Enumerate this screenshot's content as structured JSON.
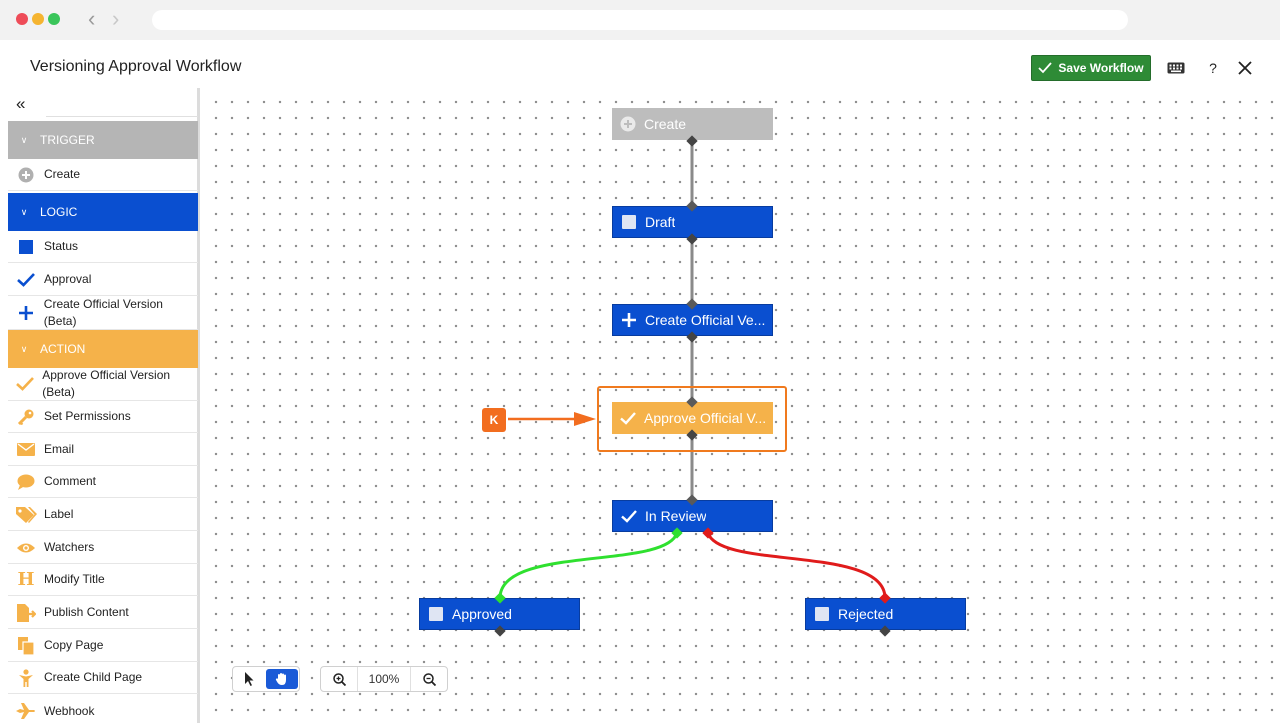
{
  "header": {
    "title": "Versioning Approval Workflow",
    "save_label": "Save Workflow",
    "help_label": "?"
  },
  "sidebar": {
    "sections": [
      {
        "label": "TRIGGER",
        "color": "#b5b5b5"
      },
      {
        "label": "LOGIC",
        "color": "#0a4fd0"
      },
      {
        "label": "ACTION",
        "color": "#f5b24a"
      }
    ],
    "trigger_items": [
      {
        "label": "Create",
        "icon": "plus-circle-icon"
      }
    ],
    "logic_items": [
      {
        "label": "Status",
        "icon": "square-icon"
      },
      {
        "label": "Approval",
        "icon": "check-icon"
      },
      {
        "label": "Create Official Version (Beta)",
        "icon": "plus-icon"
      }
    ],
    "action_items": [
      {
        "label": "Approve Official Version (Beta)",
        "icon": "check-icon"
      },
      {
        "label": "Set Permissions",
        "icon": "key-icon"
      },
      {
        "label": "Email",
        "icon": "envelope-icon"
      },
      {
        "label": "Comment",
        "icon": "speech-bubble-icon"
      },
      {
        "label": "Label",
        "icon": "tag-icon"
      },
      {
        "label": "Watchers",
        "icon": "eye-icon"
      },
      {
        "label": "Modify Title",
        "icon": "heading-icon"
      },
      {
        "label": "Publish Content",
        "icon": "document-arrow-icon"
      },
      {
        "label": "Copy Page",
        "icon": "copy-icon"
      },
      {
        "label": "Create Child Page",
        "icon": "child-figure-icon"
      },
      {
        "label": "Webhook",
        "icon": "plane-icon"
      }
    ]
  },
  "workflow": {
    "nodes": [
      {
        "id": "create",
        "label": "Create",
        "kind": "trigger",
        "icon": "plus-circle-icon"
      },
      {
        "id": "draft",
        "label": "Draft",
        "kind": "status",
        "icon": "square-icon"
      },
      {
        "id": "create-official",
        "label": "Create Official Ve...",
        "kind": "logic",
        "icon": "plus-icon"
      },
      {
        "id": "approve-official",
        "label": "Approve Official V...",
        "kind": "action",
        "icon": "check-icon"
      },
      {
        "id": "in-review",
        "label": "In Review",
        "kind": "approval",
        "icon": "check-icon"
      },
      {
        "id": "approved",
        "label": "Approved",
        "kind": "status",
        "icon": "square-icon"
      },
      {
        "id": "rejected",
        "label": "Rejected",
        "kind": "status",
        "icon": "square-icon"
      }
    ],
    "edge_colors": {
      "default": "#8a8a8a",
      "approve": "#2fe02f",
      "reject": "#e01b1b"
    }
  },
  "annotation": {
    "badge": "K",
    "color": "#f26d1f"
  },
  "toolbar": {
    "zoom": "100%"
  },
  "colors": {
    "blue": "#0a4fd0",
    "orange": "#f5b24a",
    "gray": "#bdbdbd",
    "green": "#2e8b36"
  }
}
